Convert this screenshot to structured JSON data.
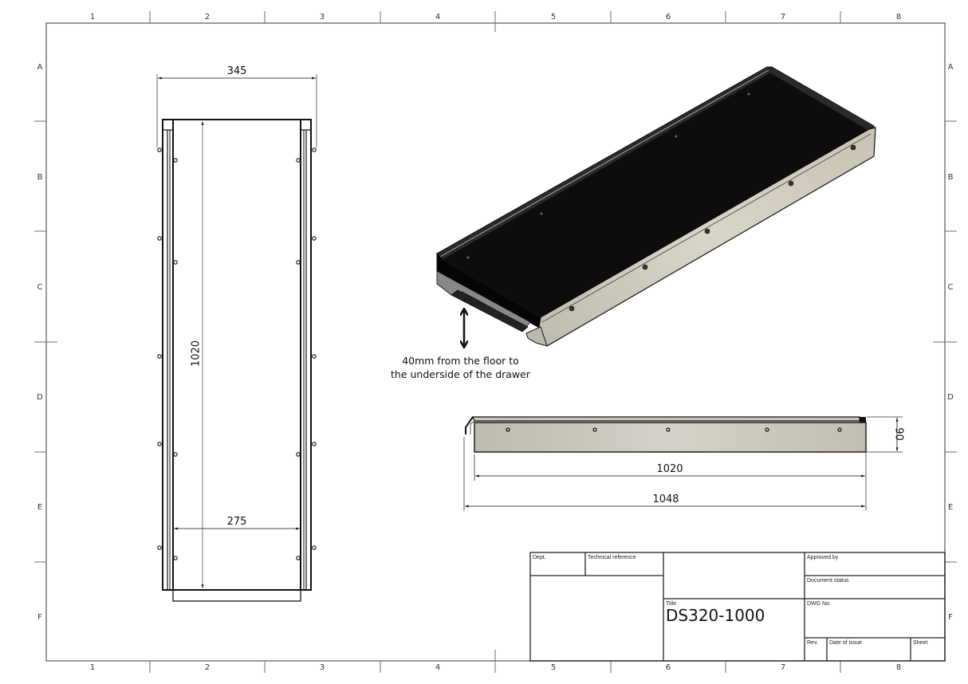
{
  "sheet": {
    "columns": [
      "1",
      "2",
      "3",
      "4",
      "5",
      "6",
      "7",
      "8"
    ],
    "rows": [
      "A",
      "B",
      "C",
      "D",
      "E",
      "F"
    ]
  },
  "top_view": {
    "overall_width": "345",
    "inner_width": "275",
    "length": "1020"
  },
  "iso_view": {
    "note_line1": "40mm from the floor to",
    "note_line2": "the underside of the drawer",
    "tray_color": "#0d0d0d",
    "rail_color": "#cfcbbf"
  },
  "side_view": {
    "height": "90",
    "rail_length": "1020",
    "overall_length": "1048",
    "rail_color": "#c8c6bb"
  },
  "title_block": {
    "dept_label": "Dept.",
    "tech_ref_label": "Technical reference",
    "approved_by_label": "Approved by",
    "doc_status_label": "Document status",
    "title_label": "Title",
    "title_value": "DS320-1000",
    "dwg_no_label": "DWG No.",
    "rev_label": "Rev.",
    "date_label": "Date of issue",
    "sheet_label": "Sheet"
  }
}
